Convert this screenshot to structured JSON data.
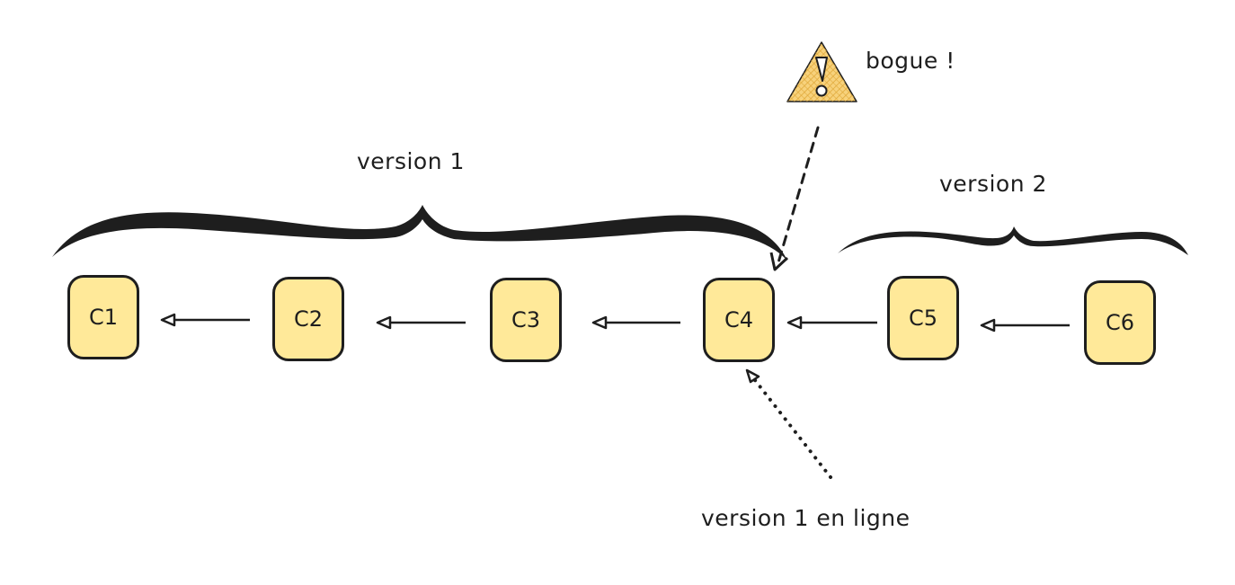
{
  "diagram": {
    "colors": {
      "node_fill": "#ffe999",
      "stroke": "#1e1e1e",
      "warning_fill": "#f5c25b"
    },
    "commits": [
      {
        "id": "c1",
        "label": "C1"
      },
      {
        "id": "c2",
        "label": "C2"
      },
      {
        "id": "c3",
        "label": "C3"
      },
      {
        "id": "c4",
        "label": "C4"
      },
      {
        "id": "c5",
        "label": "C5"
      },
      {
        "id": "c6",
        "label": "C6"
      }
    ],
    "edges": [
      {
        "from": "C2",
        "to": "C1"
      },
      {
        "from": "C3",
        "to": "C2"
      },
      {
        "from": "C4",
        "to": "C3"
      },
      {
        "from": "C5",
        "to": "C4"
      },
      {
        "from": "C6",
        "to": "C5"
      }
    ],
    "groups": [
      {
        "label": "version 1",
        "covers": [
          "C1",
          "C2",
          "C3",
          "C4"
        ]
      },
      {
        "label": "version 2",
        "covers": [
          "C5",
          "C6"
        ]
      }
    ],
    "annotations": {
      "bug": {
        "label": "bogue !",
        "icon": "warning-icon",
        "points_to": "C4",
        "line_style": "dashed"
      },
      "release": {
        "label": "version 1 en ligne",
        "points_to": "C4",
        "line_style": "dotted"
      }
    }
  }
}
